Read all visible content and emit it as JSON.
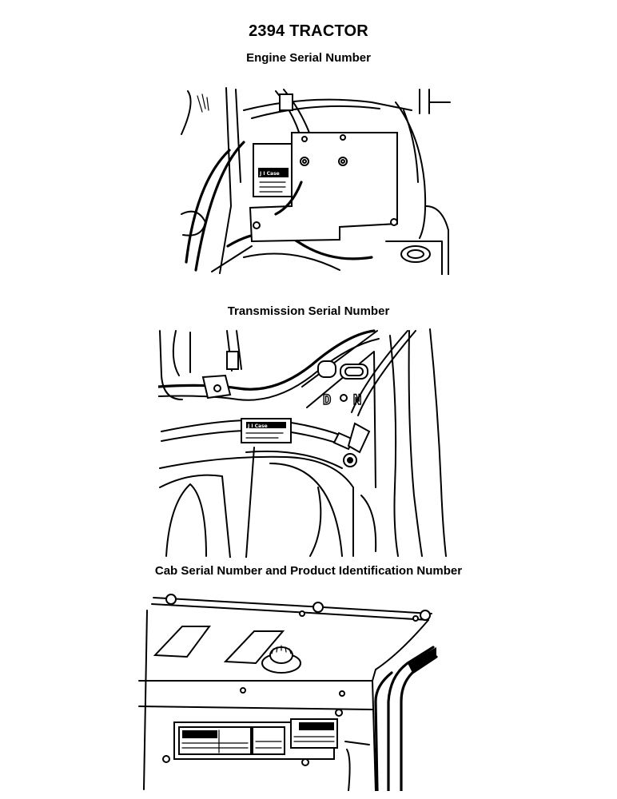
{
  "page": {
    "title": "2394 TRACTOR"
  },
  "figures": {
    "engine": {
      "caption": "Engine Serial Number",
      "plate_logo": "J I Case"
    },
    "transmission": {
      "caption": "Transmission Serial Number",
      "plate_logo": "J I Case",
      "shift_labels": [
        "D",
        "N"
      ]
    },
    "cab": {
      "caption": "Cab Serial Number and Product Identification Number"
    }
  }
}
